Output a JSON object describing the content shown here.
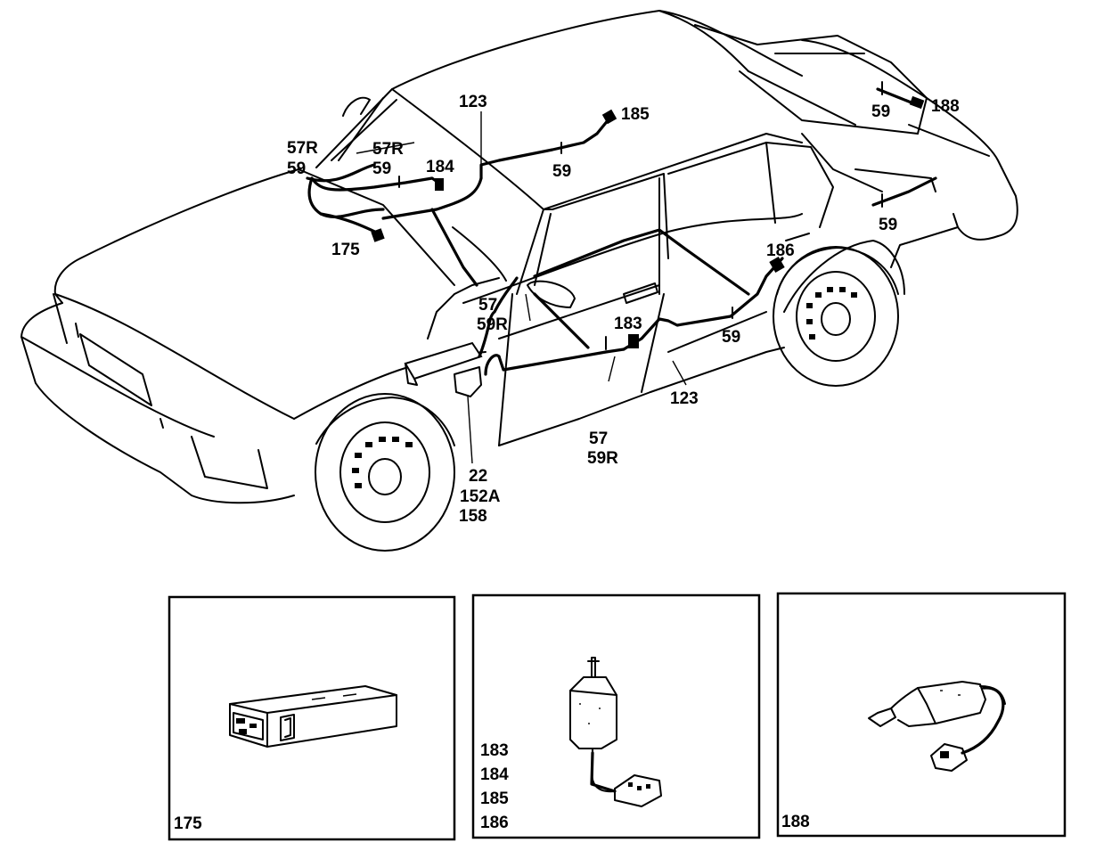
{
  "callouts": {
    "c_57r_a": "57R",
    "c_59_a": "59",
    "c_57r_b": "57R",
    "c_59_b": "59",
    "c_184": "184",
    "c_123_a": "123",
    "c_185": "185",
    "c_59_c": "59",
    "c_59_d": "59",
    "c_188": "188",
    "c_59_e": "59",
    "c_175": "175",
    "c_186": "186",
    "c_57_a": "57",
    "c_59r_a": "59R",
    "c_183": "183",
    "c_59_f": "59",
    "c_123_b": "123",
    "c_57_b": "57",
    "c_59r_b": "59R",
    "c_22": "22",
    "c_152a": "152A",
    "c_158": "158"
  },
  "detail_boxes": [
    {
      "label": "175",
      "part": "control-unit"
    },
    {
      "label_lines": [
        "183",
        "184",
        "185",
        "186"
      ],
      "part": "lock-motor-actuator"
    },
    {
      "label": "188",
      "part": "trunk-lock-actuator"
    }
  ]
}
